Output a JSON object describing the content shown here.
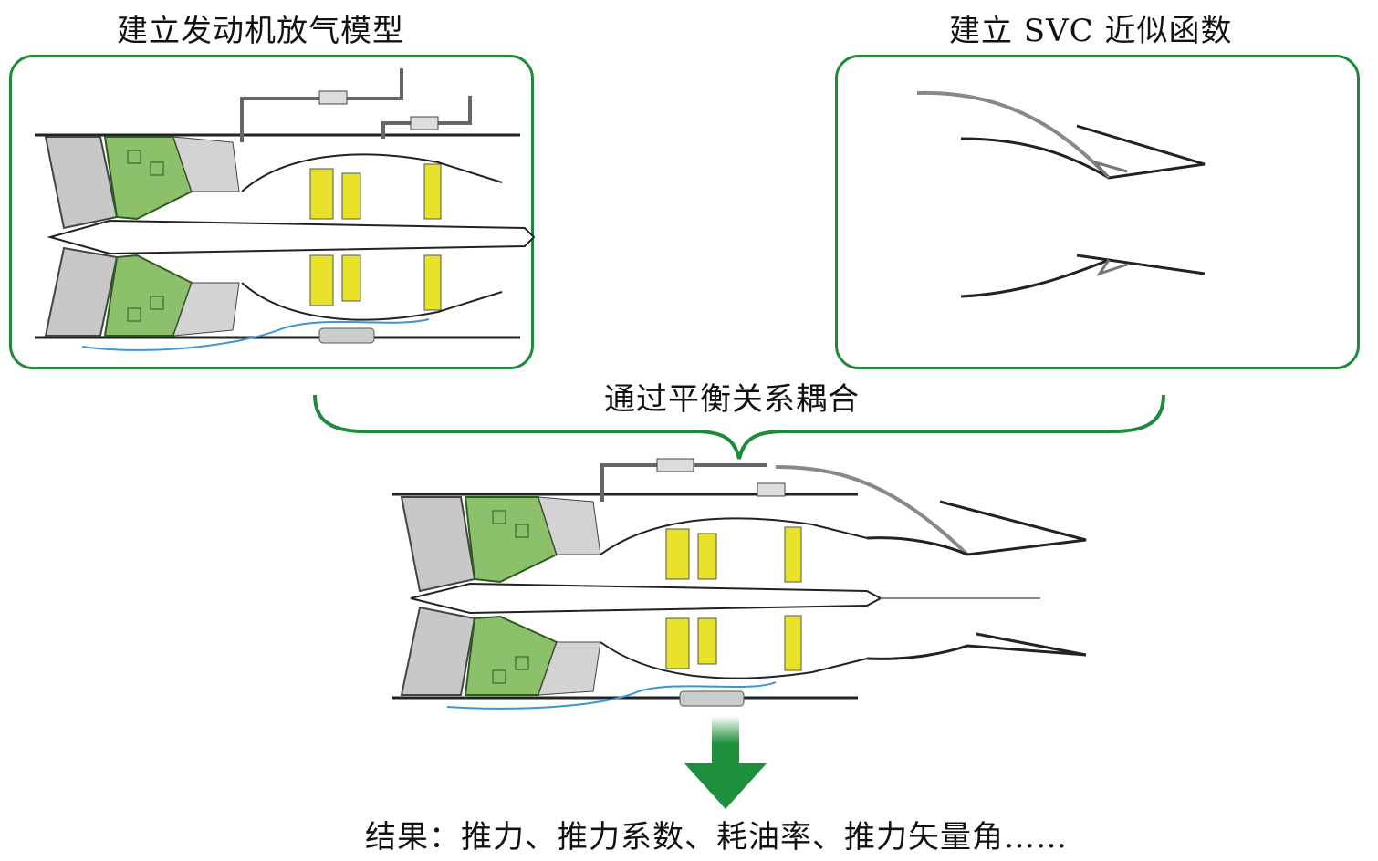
{
  "labels": {
    "left_title": "建立发动机放气模型",
    "right_title": "建立 SVC 近似函数",
    "coupling": "通过平衡关系耦合",
    "result": "结果：推力、推力系数、耗油率、推力矢量角……"
  },
  "colors": {
    "panel_border": "#1f8a3c",
    "fan_gray": "#b9b9b9",
    "compressor_green": "#8cc06a",
    "turbine_yellow": "#e8e22a",
    "bleed_blue": "#3b95d6",
    "arrow_green": "#1e8f3d"
  },
  "icons": {
    "down_arrow": "down-arrow-icon"
  }
}
